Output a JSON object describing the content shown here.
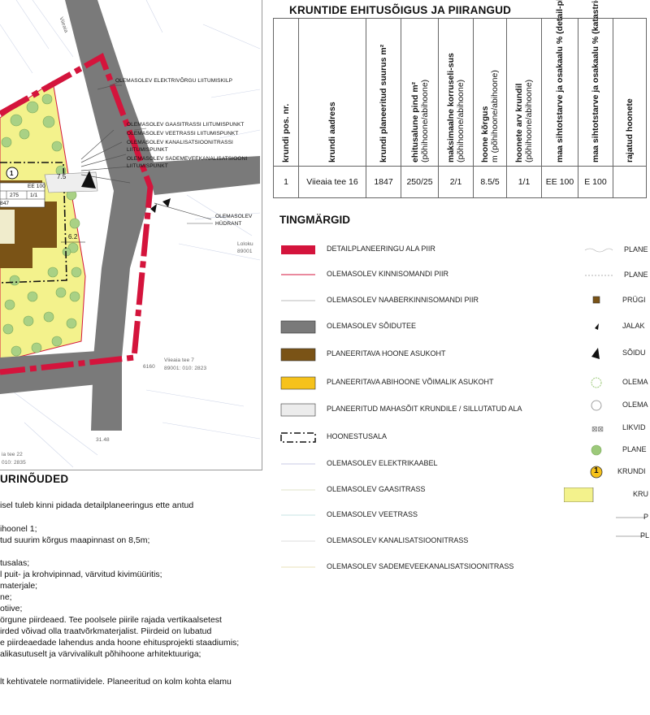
{
  "map": {
    "labels": {
      "elec": "OLEMASOLEV ELEKTRIVÕRGU LIITUMISKILP",
      "gas": "OLEMASOLEV GAASITRASSI LIITUMISPUNKT",
      "water": "OLEMASOLEV VEETRASSI LIITUMISPUNKT",
      "sewer1": "OLEMASOLEV KANALISATSIOONITRASSI",
      "sewer2": "LIITUMISPUNKT",
      "storm1": "OLEMASOLEV SADEMEVEEKANALISATSIOONI",
      "storm2": "LIITUMISPUNKT",
      "hydrant1": "OLEMASOLEV",
      "hydrant2": "HÜDRANT",
      "lot_no": "1",
      "ee": "EE 100",
      "area": "275",
      "floors": "1/1",
      "lot_size": "847",
      "dim1": "7.5",
      "dim2": "6.2",
      "road_name": "Viieaia",
      "lot_right1": "Loloku",
      "lot_right2": "89001",
      "neighbor1": "Viieaia tee 7",
      "neighbor2": "89001: 010: 2823",
      "neighbor_bl1": "ia tee 22",
      "neighbor_bl2": "010: 2835",
      "num_6160": "6160",
      "num_3148": "31.48"
    }
  },
  "requirements": {
    "title": "URINÕUDED",
    "lines": [
      "isel tuleb kinni pidada detailplaneeringus ette antud",
      "",
      "ihoonel 1;",
      "tud suurim kõrgus maapinnast on 8,5m;",
      "",
      "tusalas;",
      "l puit- ja krohvipinnad, värvitud kivimüüritis;",
      "materjale;",
      "ne;",
      "otiive;",
      "örgune piirdeaed. Tee poolsele piirile rajada vertikaalsetest",
      "irded võivad olla traatvõrkmaterjalist. Piirdeid on lubatud",
      "e piirdeaedade lahendus anda hoone ehitusprojekti staadiumis;",
      "alikasutuselt  ja värvivalikult põhihoone arhitektuuriga;",
      "",
      "lt kehtivatele normatiividele. Planeeritud on kolm kohta elamu"
    ]
  },
  "table": {
    "title": "KRUNTIDE EHITUSÕIGUS JA PIIRANGUD",
    "headers": [
      {
        "bold": "krundi pos. nr.",
        "normal": ""
      },
      {
        "bold": "krundi aadress",
        "normal": ""
      },
      {
        "bold": "krundi planeeritud suurus m²",
        "normal": ""
      },
      {
        "bold": "ehitusalune pind m²",
        "normal": "(põhihoone/abihoone)"
      },
      {
        "bold": "maksimaalne korruseli-sus",
        "normal": "(põhihoone/abihoone)"
      },
      {
        "bold": "hoone kõrgus",
        "normal": "m (põhihoone/abihoone)"
      },
      {
        "bold": "hoonete arv krundil",
        "normal": "(põhihoone/abihoone)"
      },
      {
        "bold": "maa sihtotstarve ja osakaalu % (detail-planeeringu liikide kaupa)",
        "normal": ""
      },
      {
        "bold": "maa sihtotstarve ja osakaalu % (katastri-üksuse liikide kaupa)",
        "normal": ""
      },
      {
        "bold": "rajatud hoonete",
        "normal": ""
      }
    ],
    "row": [
      "1",
      "Viieaia tee 16",
      "1847",
      "250/25",
      "2/1",
      "8.5/5",
      "1/1",
      "EE 100",
      "E 100",
      ""
    ]
  },
  "legend": {
    "title": "TINGMÄRGID",
    "items": [
      "DETAILPLANEERINGU ALA PIIR",
      "OLEMASOLEV KINNISOMANDI PIIR",
      "OLEMASOLEV NAABERKINNISOMANDI PIIR",
      "OLEMASOLEV SÕIDUTEE",
      "PLANEERITAVA HOONE ASUKOHT",
      "PLANEERITAVA ABIHOONE VÕIMALIK ASUKOHT",
      "PLANEERITUD MAHASÕIT KRUNDILE / SILLUTATUD ALA",
      "HOONESTUSALA",
      "OLEMASOLEV ELEKTRIKAABEL",
      "OLEMASOLEV GAASITRASS",
      "OLEMASOLEV VEETRASS",
      "OLEMASOLEV KANALISATSIOONITRASS",
      "OLEMASOLEV SADEMEVEEKANALISATSIOONITRASS"
    ],
    "right_items": [
      "PLANE",
      "PLANE",
      "PRÜGI",
      "JALAK",
      "SÕIDU",
      "OLEMA",
      "OLEMA",
      "LIKVID",
      "PLANE",
      "KRUNDI",
      "KRU",
      "P",
      "PL"
    ],
    "right_badge": "1",
    "colors": {
      "border_red": "#d4143c",
      "road_gray": "#7a7a7a",
      "building_brown": "#7a5316",
      "aux_yellow": "#f6c21b",
      "lot_yellow": "#f3f28c",
      "green_tree": "#9cc97a"
    }
  }
}
